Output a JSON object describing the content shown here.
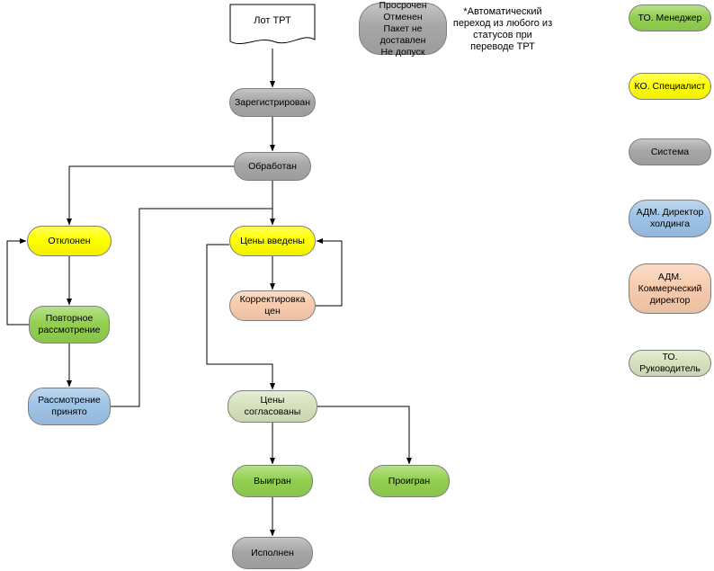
{
  "flow": {
    "document": {
      "label": "Лот ТРТ"
    },
    "statuses_box": {
      "color": "#a6a6a6",
      "lines": [
        "Просрочен",
        "Отменен",
        "Пакет не доставлен",
        "Не допуск"
      ]
    },
    "annotation": "*Автоматический переход из любого из статусов при переводе ТРТ",
    "nodes": {
      "registered": {
        "label": "Зарегистрирован",
        "color": "#a6a6a6"
      },
      "processed": {
        "label": "Обработан",
        "color": "#a6a6a6"
      },
      "rejected": {
        "label": "Отклонен",
        "color": "#ffff00"
      },
      "prices_entered": {
        "label": "Цены введены",
        "color": "#ffff00"
      },
      "price_adjustment": {
        "label": "Корректировка цен",
        "color": "#f8cbad"
      },
      "reconsideration": {
        "label": "Повторное рассмотрение",
        "color": "#92d050"
      },
      "review_accepted": {
        "label": "Рассмотрение принято",
        "color": "#9dc3e6"
      },
      "prices_approved": {
        "label": "Цены согласованы",
        "color": "#d6e2bd"
      },
      "won": {
        "label": "Выигран",
        "color": "#92d050"
      },
      "lost": {
        "label": "Проигран",
        "color": "#92d050"
      },
      "executed": {
        "label": "Исполнен",
        "color": "#a6a6a6"
      }
    },
    "legend": {
      "to_manager": {
        "label": "ТО. Менеджер",
        "color": "#92d050"
      },
      "ko_specialist": {
        "label": "КО. Специалист",
        "color": "#ffff00"
      },
      "system": {
        "label": "Система",
        "color": "#a6a6a6"
      },
      "adm_holding_director": {
        "label": "АДМ. Директор холдинга",
        "color": "#9dc3e6"
      },
      "adm_commercial_director": {
        "label": "АДМ. Коммерческий директор",
        "color": "#f8cbad"
      },
      "to_supervisor": {
        "label": "ТО. Руководитель",
        "color": "#d6e2bd"
      }
    },
    "colors": {
      "border": "#7f7f7f",
      "connector": "#000000"
    }
  }
}
